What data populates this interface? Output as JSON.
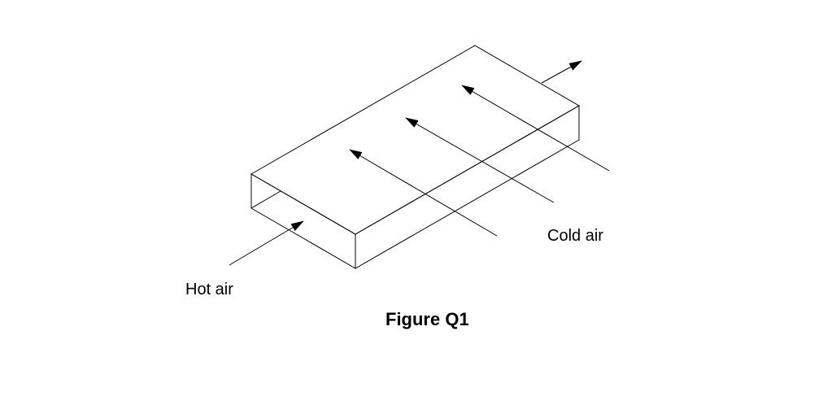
{
  "labels": {
    "hot_air": "Hot air",
    "cold_air": "Cold air"
  },
  "caption": "Figure Q1",
  "colors": {
    "line": "#000000",
    "background": "#ffffff"
  }
}
